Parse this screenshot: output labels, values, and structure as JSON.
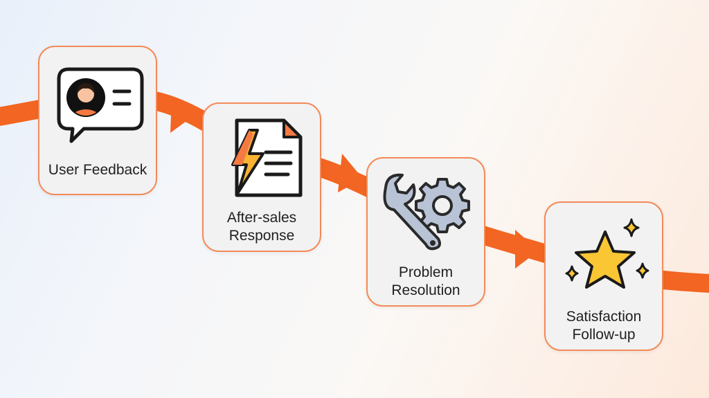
{
  "steps": [
    {
      "label": "User Feedback",
      "icon": "feedback-chat-icon"
    },
    {
      "label": "After-sales\nResponse",
      "icon": "lightning-document-icon"
    },
    {
      "label": "Problem\nResolution",
      "icon": "wrench-gear-icon"
    },
    {
      "label": "Satisfaction\nFollow-up",
      "icon": "star-sparkles-icon"
    }
  ],
  "colors": {
    "accent": "#f26522",
    "card_border": "#f48a57",
    "card_background": "#f2f2f3",
    "star": "#fbc634",
    "gear": "#b9c3d6"
  }
}
